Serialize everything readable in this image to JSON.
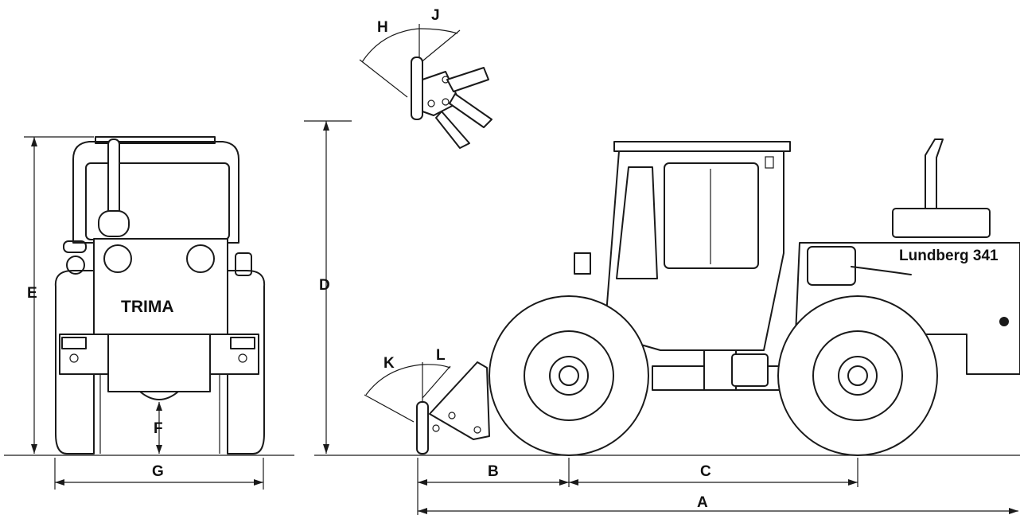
{
  "labels": {
    "A": "A",
    "B": "B",
    "C": "C",
    "D": "D",
    "E": "E",
    "F": "F",
    "G": "G",
    "H": "H",
    "J": "J",
    "K": "K",
    "L": "L"
  },
  "branding": {
    "front_plate": "TRIMA",
    "side_model": "Lundberg 341"
  },
  "colors": {
    "ink": "#1a1a1a",
    "paper": "#ffffff"
  }
}
